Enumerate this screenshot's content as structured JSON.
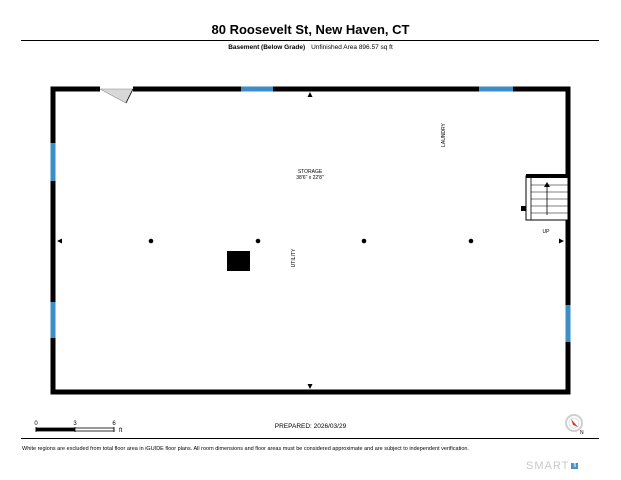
{
  "header": {
    "address": "80 Roosevelt St, New Haven, CT",
    "floor_name": "Basement (Below Grade)",
    "area_text": "Unfinished Area 896.57 sq ft"
  },
  "rooms": {
    "storage_name": "STORAGE",
    "storage_dims": "38'6\" x 22'8\"",
    "laundry": "LAUNDRY",
    "utility": "UTILITY",
    "stairs_label": "UP"
  },
  "scale_bar": {
    "tick_0": "0",
    "tick_3": "3",
    "tick_6": "6",
    "unit": "ft"
  },
  "footer": {
    "prepared": "PREPARED: 2026/03/29",
    "disclaimer": "White regions are excluded from total floor area in iGUIDE floor plans. All room dimensions and floor areas must be considered approximate and are subject to independent verification.",
    "brand_text": "SMART",
    "brand_box": "fl"
  },
  "compass": {
    "north_label": "N"
  },
  "colors": {
    "wall": "#000000",
    "window": "#3b8fc4",
    "door": "#bbbbbb",
    "brand": "#4a90c8"
  }
}
